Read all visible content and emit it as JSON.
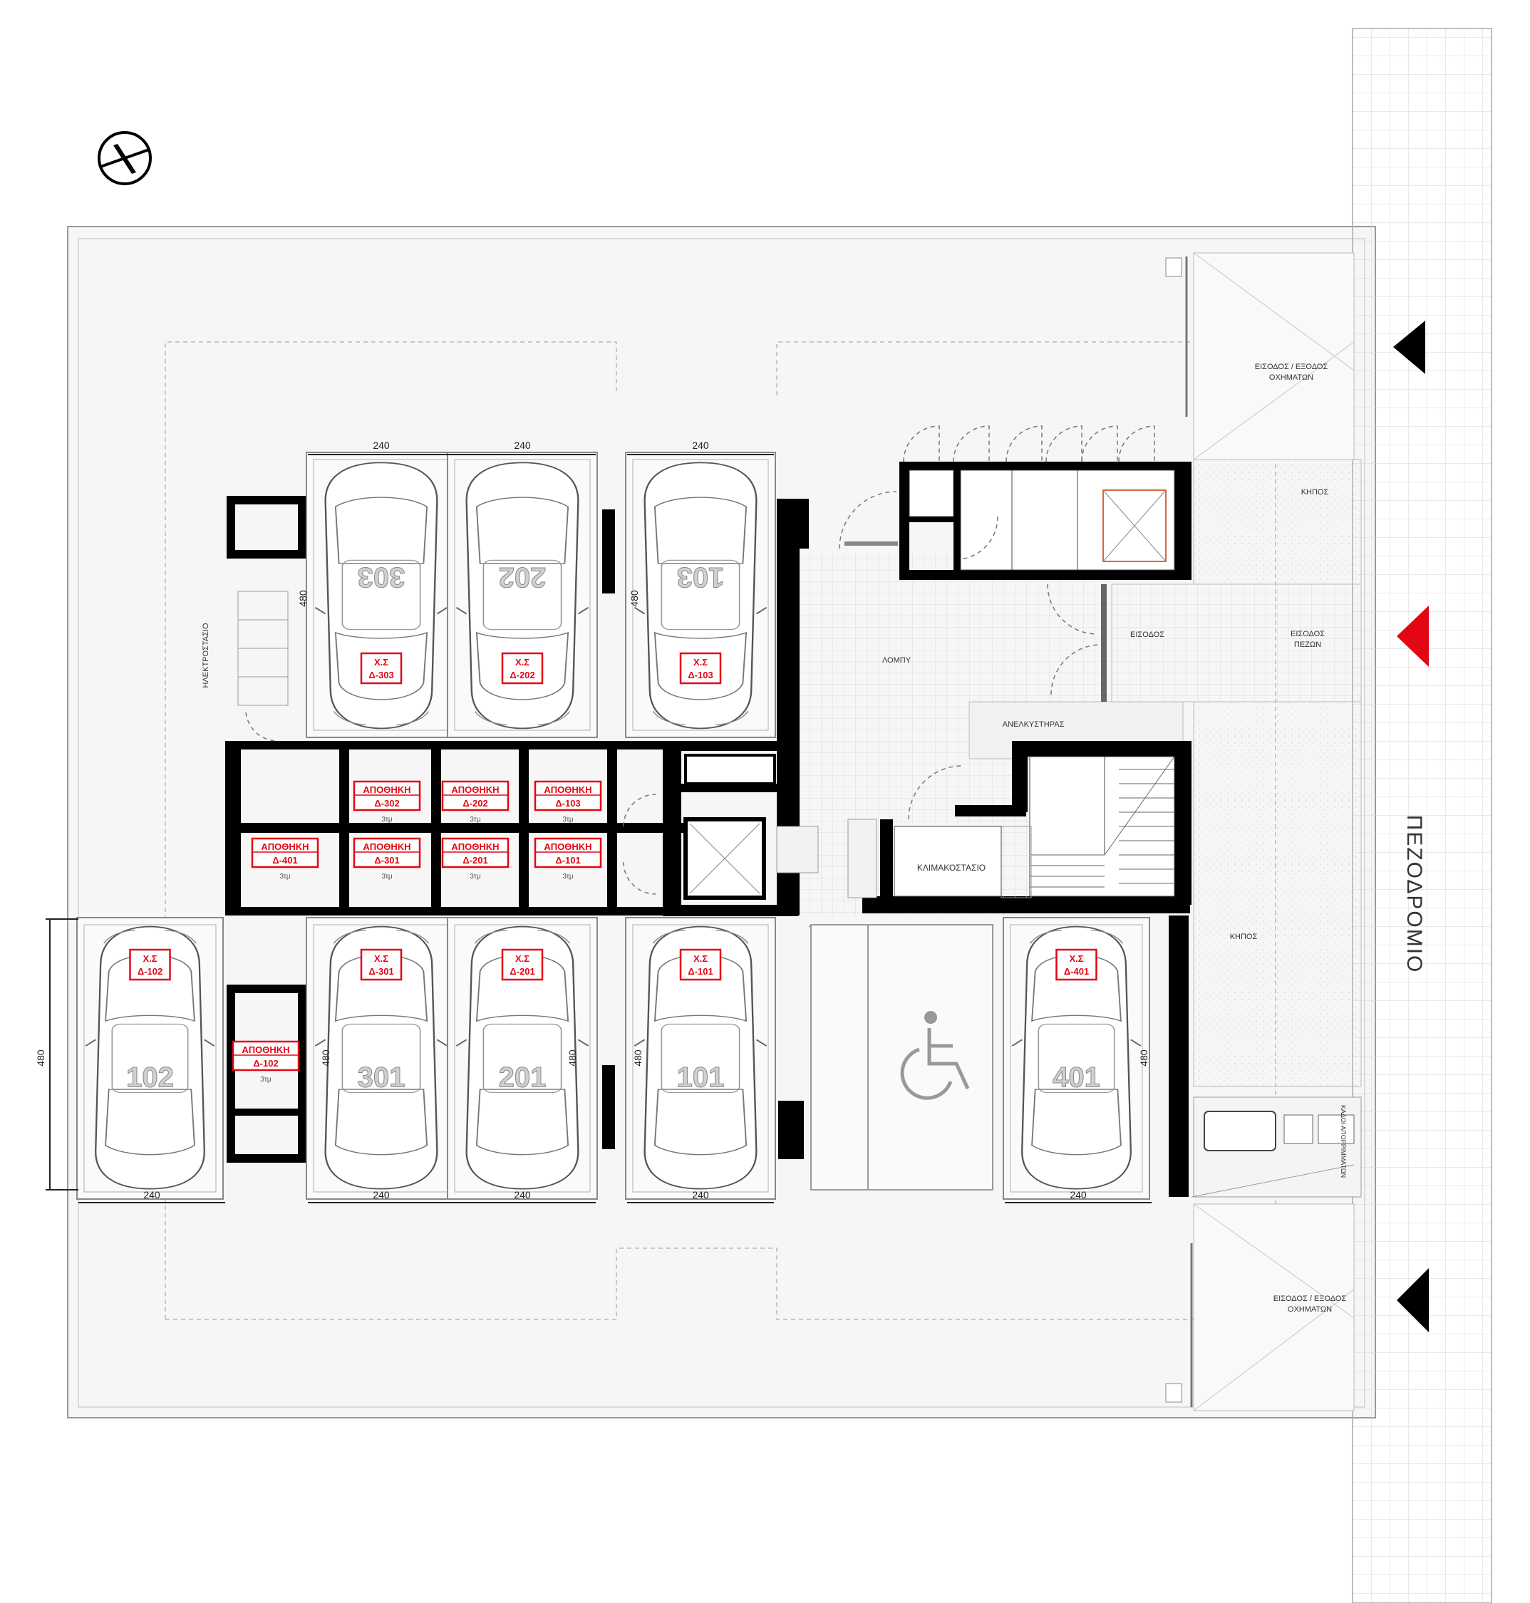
{
  "street_label": "ΠΕΖΟΔΡΟΜΙΟ",
  "areas": {
    "vehicle_entry_top": [
      "ΕΙΣΟΔΟΣ / ΕΞΟΔΟΣ",
      "ΟΧΗΜΑΤΩΝ"
    ],
    "vehicle_entry_bottom": [
      "ΕΙΣΟΔΟΣ / ΕΞΟΔΟΣ",
      "ΟΧΗΜΑΤΩΝ"
    ],
    "pedestrian_entry": [
      "ΕΙΣΟΔΟΣ",
      "ΠΕΖΩΝ"
    ],
    "garden_top": "ΚΗΠΟΣ",
    "garden_right": "ΚΗΠΟΣ",
    "entrance": "ΕΙΣΟΔΟΣ",
    "lobby": "ΛΟΜΠΥ",
    "elevator": "ΑΝΕΛΚΥΣΤΗΡΑΣ",
    "staircase": "ΚΛΙΜΑΚΟΣΤΑΣΙΟ",
    "electric_room": "ΗΛΕΚΤΡΟΣΤΑΣΙΟ",
    "bins": "ΚΑΔΟΙ ΑΠΟΡΡΙΜΜΑΤΩΝ"
  },
  "dimensions": {
    "width": "240",
    "depth": "480"
  },
  "parking_spots": [
    {
      "id": "p303",
      "number": "303",
      "label": [
        "Χ.Σ",
        "Δ-303"
      ]
    },
    {
      "id": "p202",
      "number": "202",
      "label": [
        "Χ.Σ",
        "Δ-202"
      ]
    },
    {
      "id": "p103",
      "number": "103",
      "label": [
        "Χ.Σ",
        "Δ-103"
      ]
    },
    {
      "id": "p102",
      "number": "102",
      "label": [
        "Χ.Σ",
        "Δ-102"
      ]
    },
    {
      "id": "p301",
      "number": "301",
      "label": [
        "Χ.Σ",
        "Δ-301"
      ]
    },
    {
      "id": "p201",
      "number": "201",
      "label": [
        "Χ.Σ",
        "Δ-201"
      ]
    },
    {
      "id": "p101",
      "number": "101",
      "label": [
        "Χ.Σ",
        "Δ-101"
      ]
    },
    {
      "id": "p401",
      "number": "401",
      "label": [
        "Χ.Σ",
        "Δ-401"
      ]
    }
  ],
  "storage_units": [
    {
      "id": "s302",
      "label": [
        "ΑΠΟΘΗΚΗ",
        "Δ-302"
      ],
      "area": "3τμ"
    },
    {
      "id": "s202",
      "label": [
        "ΑΠΟΘΗΚΗ",
        "Δ-202"
      ],
      "area": "3τμ"
    },
    {
      "id": "s103",
      "label": [
        "ΑΠΟΘΗΚΗ",
        "Δ-103"
      ],
      "area": "3τμ"
    },
    {
      "id": "s401",
      "label": [
        "ΑΠΟΘΗΚΗ",
        "Δ-401"
      ],
      "area": "3τμ"
    },
    {
      "id": "s301",
      "label": [
        "ΑΠΟΘΗΚΗ",
        "Δ-301"
      ],
      "area": "3τμ"
    },
    {
      "id": "s201",
      "label": [
        "ΑΠΟΘΗΚΗ",
        "Δ-201"
      ],
      "area": "3τμ"
    },
    {
      "id": "s101",
      "label": [
        "ΑΠΟΘΗΚΗ",
        "Δ-101"
      ],
      "area": "3τμ"
    },
    {
      "id": "s102",
      "label": [
        "ΑΠΟΘΗΚΗ",
        "Δ-102"
      ],
      "area": "3τμ"
    }
  ],
  "colors": {
    "wall": "#000000",
    "site": "#f6f6f6",
    "garden": "#eef1ec",
    "label": "#e30613",
    "line": "#888888"
  }
}
